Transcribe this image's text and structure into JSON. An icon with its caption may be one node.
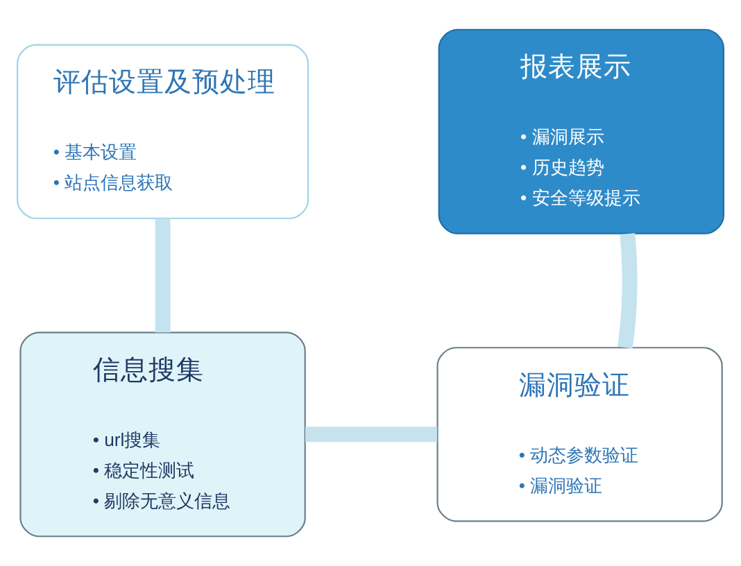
{
  "diagram": {
    "nodes": [
      {
        "text": [
          "评估设置及预处理",
          "• 基本设置",
          "• 站点信息获取"
        ]
      },
      {
        "text": [
          "报表展示",
          "• 漏洞展示",
          "• 历史趋势",
          "• 安全等级提示"
        ]
      },
      {
        "text": [
          "信息搜集",
          "• url搜集",
          "• 稳定性测试",
          "• 剔除无意义信息"
        ]
      },
      {
        "text": [
          "漏洞验证",
          "• 动态参数验证",
          "• 漏洞验证"
        ]
      }
    ],
    "edges": [
      {
        "from": 0,
        "to": 2,
        "arrow": "none"
      },
      {
        "from": 2,
        "to": 3,
        "arrow": "none"
      },
      {
        "from": 3,
        "to": 1,
        "arrow": "none"
      }
    ]
  }
}
